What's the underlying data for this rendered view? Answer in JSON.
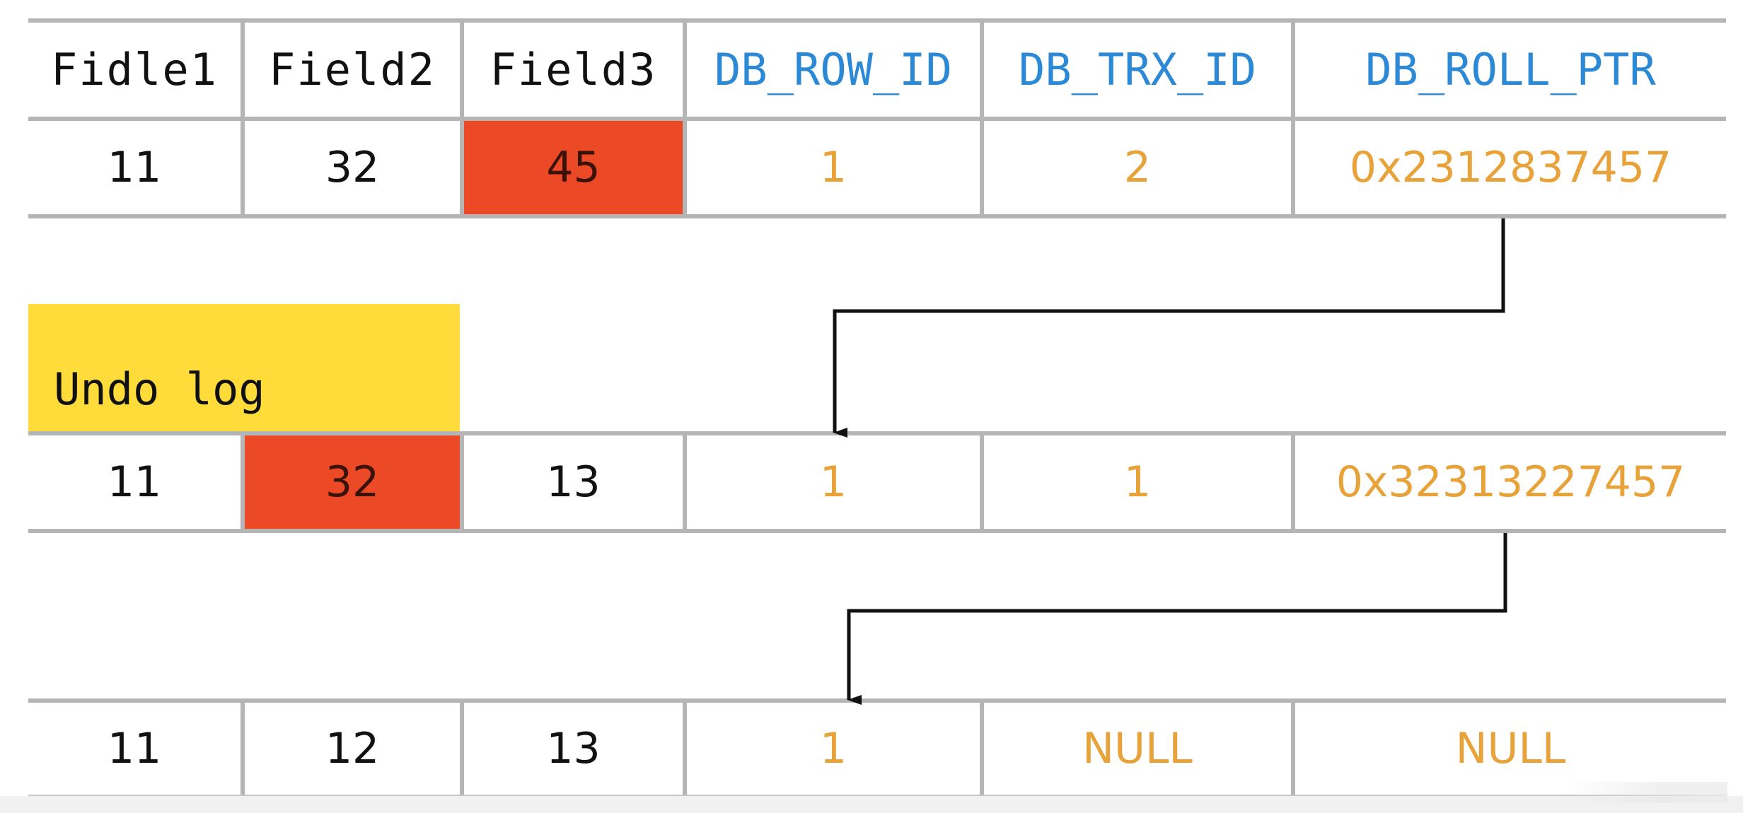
{
  "header": [
    "Fidle1",
    "Field2",
    "Field3",
    "DB_ROW_ID",
    "DB_TRX_ID",
    "DB_ROLL_PTR"
  ],
  "current_row": [
    "11",
    "32",
    "45",
    "1",
    "2",
    "0x2312837457"
  ],
  "undo_log_label": "Undo log",
  "undo_row_1": [
    "11",
    "32",
    "13",
    "1",
    "1",
    "0x32313227457"
  ],
  "undo_row_2": [
    "11",
    "12",
    "13",
    "1",
    "NULL",
    "NULL"
  ],
  "colors": {
    "highlight": "#ec4a27",
    "hidden_column_value": "#e8a23a",
    "hidden_column_header": "#2b89d6",
    "undo_log_background": "#ffdc3a",
    "border": "#b5b5b5"
  }
}
